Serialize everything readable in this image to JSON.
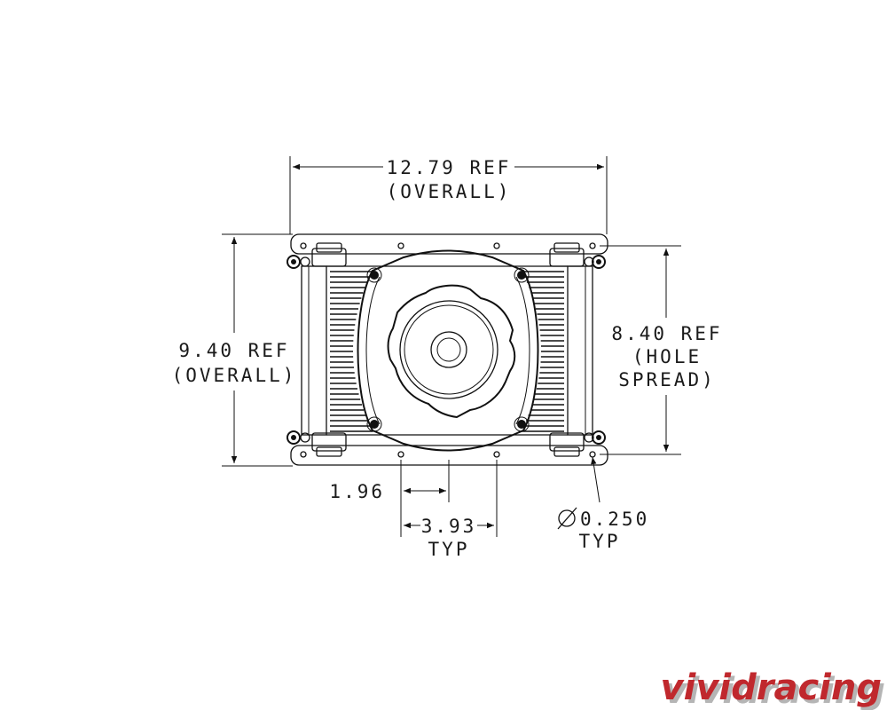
{
  "dimensions": {
    "overall_width": {
      "value": "12.79 REF",
      "note": "(OVERALL)"
    },
    "overall_height": {
      "value": "9.40 REF",
      "note": "(OVERALL)"
    },
    "hole_spread": {
      "value": "8.40 REF",
      "note1": "(HOLE",
      "note2": "SPREAD)"
    },
    "half_spacing": {
      "value": "1.96"
    },
    "hole_spacing": {
      "value": "3.93",
      "note": "TYP"
    },
    "hole_diameter": {
      "value": "0.250",
      "note": "TYP"
    }
  },
  "watermark": {
    "text": "vividracing",
    "color_main": "#c0282d",
    "color_shadow": "#7a7a7a"
  },
  "colors": {
    "line": "#111111",
    "background": "#ffffff"
  }
}
